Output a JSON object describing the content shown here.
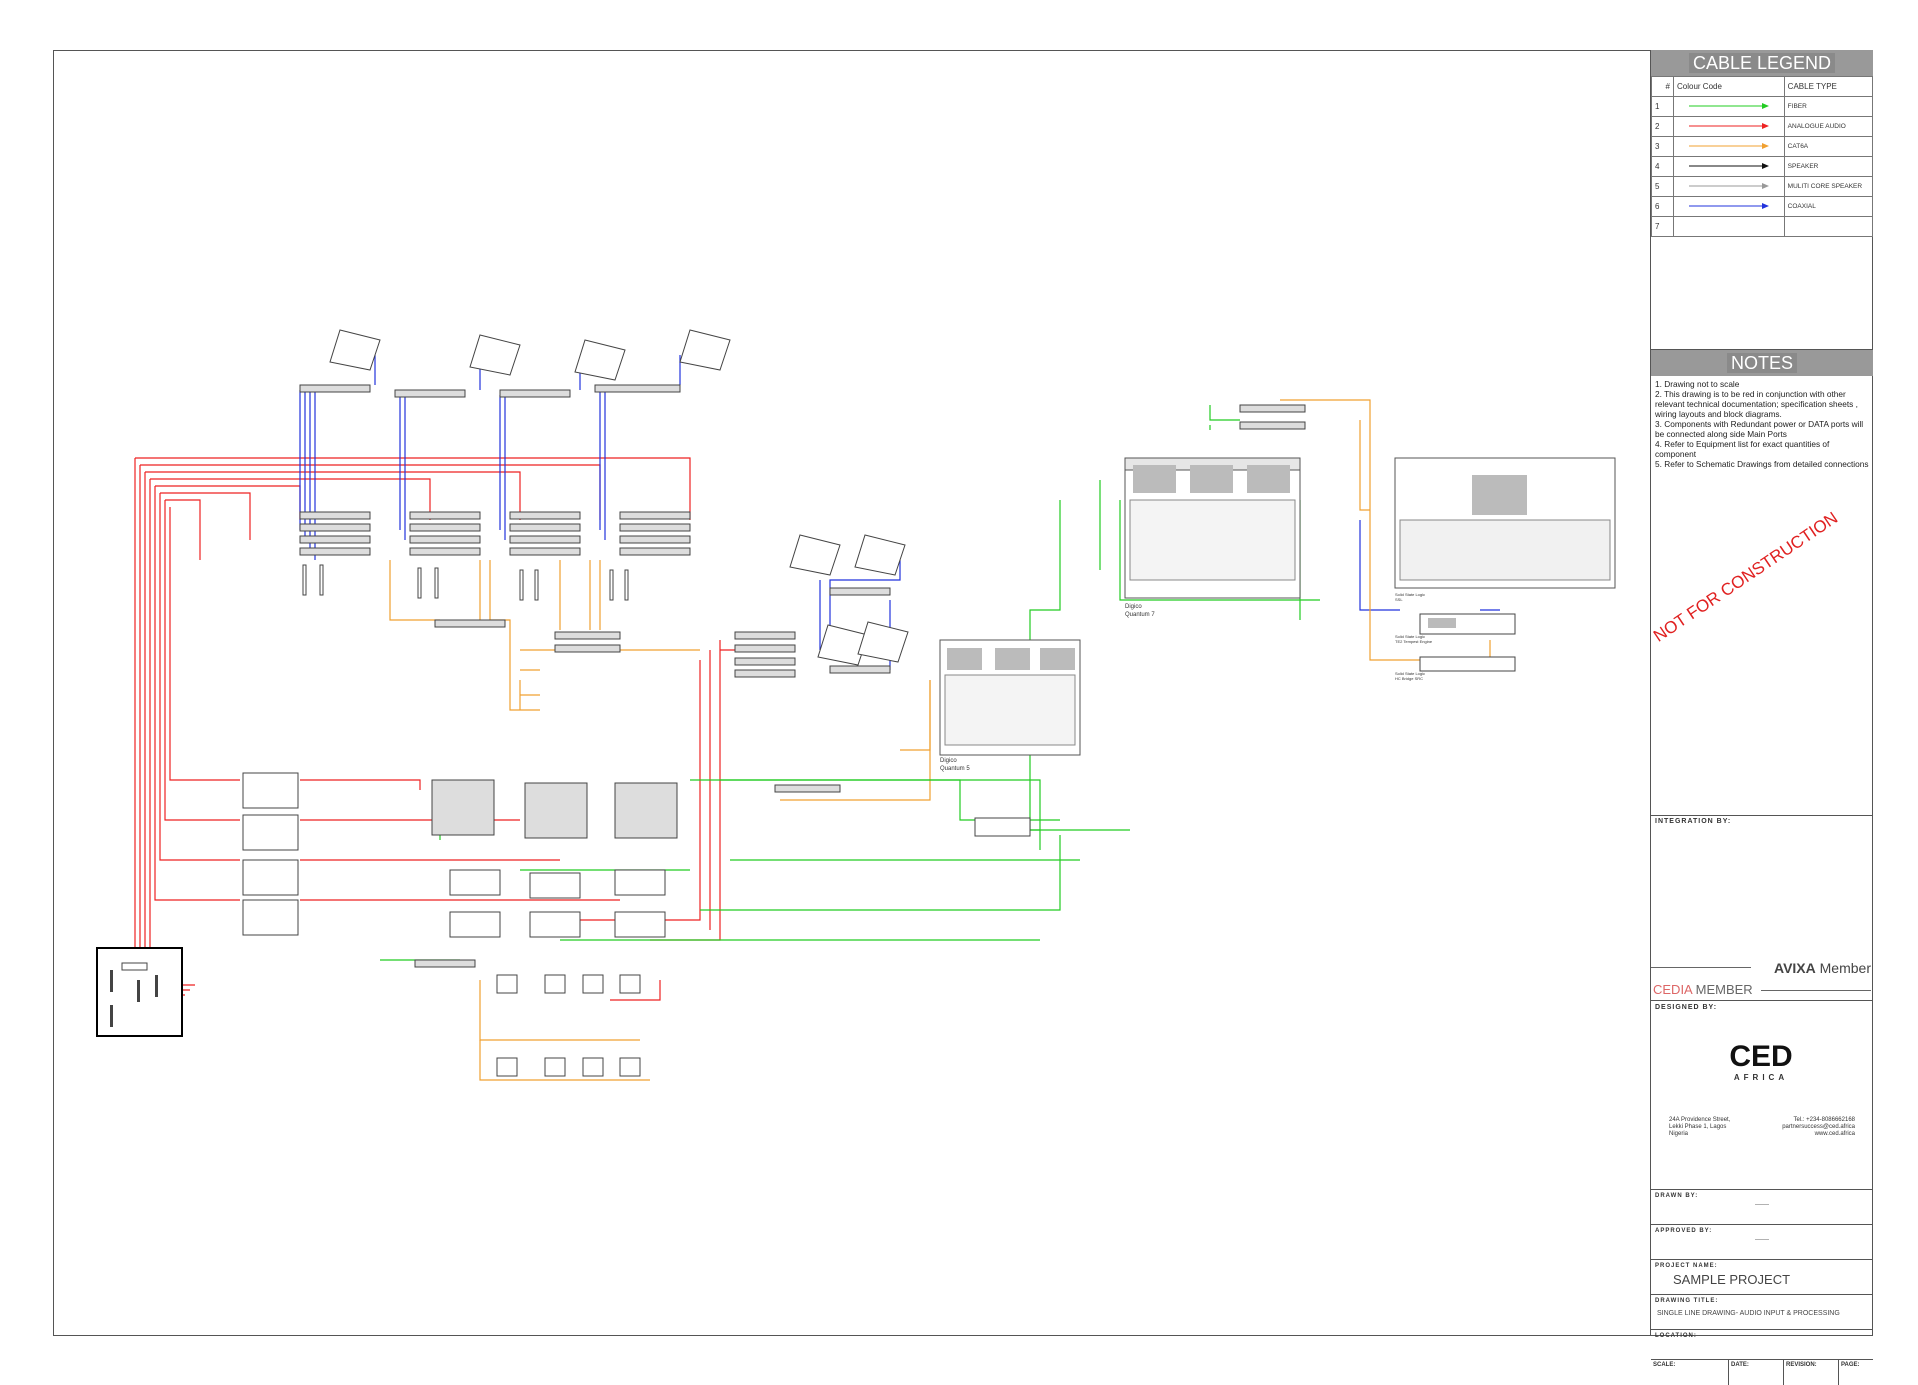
{
  "legend": {
    "title": "CABLE LEGEND",
    "col_num": "#",
    "col_colour": "Colour Code",
    "col_type": "CABLE TYPE",
    "rows": [
      {
        "num": "1",
        "type": "FIBER",
        "color": "#22cc22"
      },
      {
        "num": "2",
        "type": "ANALOGUE AUDIO",
        "color": "#ee2222"
      },
      {
        "num": "3",
        "type": "CAT6A",
        "color": "#f0a030"
      },
      {
        "num": "4",
        "type": "SPEAKER",
        "color": "#111111"
      },
      {
        "num": "5",
        "type": "MULITI CORE SPEAKER",
        "color": "#999999"
      },
      {
        "num": "6",
        "type": "COAXIAL",
        "color": "#2233dd"
      },
      {
        "num": "7",
        "type": "",
        "color": ""
      }
    ]
  },
  "notes": {
    "title": "NOTES",
    "lines": [
      "1. Drawing not to scale",
      "2. This drawing is to be red in conjunction with other relevant technical documentation; specification sheets , wiring layouts and block diagrams.",
      "3. Components with Redundant power or DATA ports will be connected along side Main Ports",
      "4. Refer to Equipment list for exact quantities of  component",
      "5. Refer to Schematic Drawings from detailed connections"
    ]
  },
  "stamp": "NOT FOR CONSTRUCTION",
  "integration_label": "INTEGRATION BY:",
  "avixa": {
    "brand": "AVIXA",
    "suffix": "Member"
  },
  "cedia": {
    "brand": "CEDIA",
    "suffix": "MEMBER"
  },
  "designed_label": "DESIGNED BY:",
  "ced": {
    "logo": "CED",
    "sub": "AFRICA",
    "address": [
      "24A Providence Street,",
      "Lekki Phase 1, Lagos",
      "Nigeria"
    ],
    "contact": [
      "Tel.: +234-8086662168",
      "partnersuccess@ced.africa",
      "www.ced.africa"
    ]
  },
  "drawn_by": {
    "label": "DRAWN BY:",
    "value": "-------"
  },
  "approved_by": {
    "label": "APPROVED BY:",
    "value": "-------"
  },
  "project": {
    "label": "PROJECT NAME:",
    "value": "SAMPLE PROJECT"
  },
  "drawing_title": {
    "label": "DRAWING TITLE:",
    "value": "SINGLE LINE DRAWING- AUDIO INPUT & PROCESSING"
  },
  "location": {
    "label": "LOCATION:",
    "value": ""
  },
  "footer": {
    "scale": "SCALE:",
    "date": "DATE:",
    "revision": "REVISION:",
    "page": "PAGE:"
  },
  "consoles": [
    {
      "name": "Digico",
      "model": "Quantum 7"
    },
    {
      "name": "Digico",
      "model": "Quantum 5"
    }
  ],
  "engine_labels": [
    "Solid State Logic",
    "SSL",
    "Solid State Logic",
    "TE2 Tempest Engine",
    "Solid State Logic",
    "HC Bridge SRC"
  ]
}
